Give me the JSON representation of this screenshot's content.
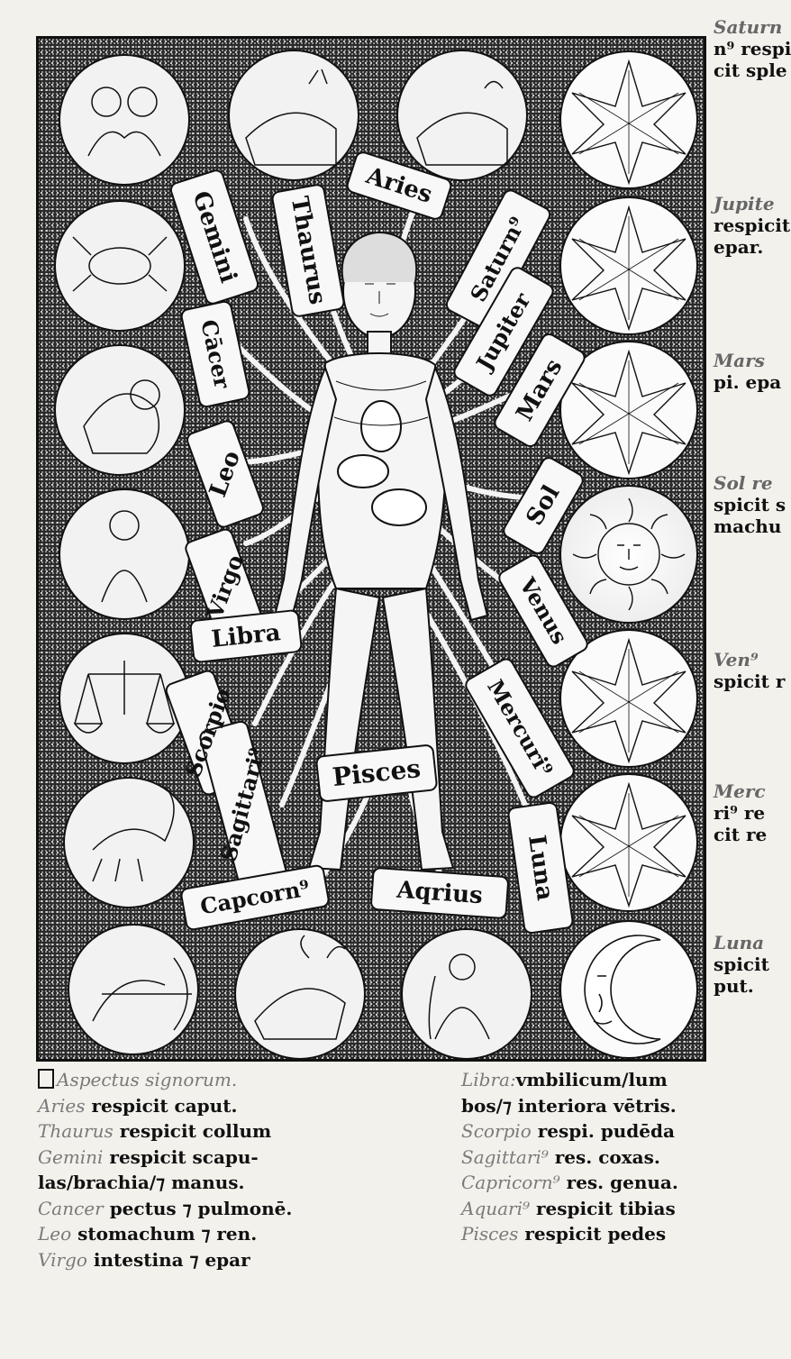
{
  "woodcut": {
    "zodiac_left": [
      "Gemini",
      "Cancer",
      "Leo",
      "Virgo",
      "Libra",
      "Scorpio",
      "Sagittarius",
      "Capricorn"
    ],
    "zodiac_top": [
      "Taurus",
      "Aries"
    ],
    "zodiac_bottom": [
      "Aquarius"
    ],
    "planets_right": [
      "Saturn",
      "Jupiter",
      "Mars",
      "Sol",
      "Venus",
      "Mercurius",
      "Luna"
    ],
    "banners": {
      "gemini": "Gemini",
      "taurus": "Thaurus",
      "aries": "Aries",
      "saturn": "Saturn⁹",
      "cancer": "Cācer",
      "jupiter": "Jupiter",
      "mars": "Mars",
      "leo": "Leo",
      "sol": "Sol",
      "virgo": "Virgo",
      "venus": "Venus",
      "libra": "Libra",
      "scorpio": "Scorpio",
      "mercurius": "Mercuri⁹",
      "sagittarius": "Sagittari⁹",
      "pisces": "Pisces",
      "luna": "Luna",
      "capricorn": "Capcorn⁹",
      "aquarius": "Aqrius"
    }
  },
  "margin_notes": [
    {
      "name": "Saturn",
      "lines": [
        "n⁹ respi",
        "cit sple"
      ]
    },
    {
      "name": "Jupite",
      "lines": [
        "respicit",
        "epar."
      ]
    },
    {
      "name": "Mars",
      "lines": [
        "pi. epa"
      ]
    },
    {
      "name": "Sol re",
      "lines": [
        "spicit s",
        "machu"
      ]
    },
    {
      "name": "Ven⁹",
      "lines": [
        "spicit r"
      ]
    },
    {
      "name": "Merc",
      "lines": [
        "ri⁹ re",
        "cit re"
      ]
    },
    {
      "name": "Luna",
      "lines": [
        "spicit",
        "put."
      ]
    }
  ],
  "text_left": [
    {
      "name": "Aspectus signorum.",
      "text": ""
    },
    {
      "name": "Aries",
      "text": "respicit caput."
    },
    {
      "name": "Thaurus",
      "text": "respicit collum"
    },
    {
      "name": "Gemini",
      "text": "respicit scapu-"
    },
    {
      "name": "",
      "text": "las/brachia/⁊ manus."
    },
    {
      "name": "Cancer",
      "text": "pectus ⁊ pulmonē."
    },
    {
      "name": "Leo",
      "text": "stomachum ⁊ ren."
    },
    {
      "name": "Virgo",
      "text": "intestina ⁊ epar"
    }
  ],
  "text_right": [
    {
      "name": "Libra:",
      "text": "vmbilicum/lum"
    },
    {
      "name": "",
      "text": "bos/⁊ interiora vētris."
    },
    {
      "name": "Scorpio",
      "text": "respi. pudēda"
    },
    {
      "name": "Sagittari⁹",
      "text": "res. coxas."
    },
    {
      "name": "Capricorn⁹",
      "text": "res. genua."
    },
    {
      "name": "Aquari⁹",
      "text": "respicit tibias"
    },
    {
      "name": "Pisces",
      "text": "respicit pedes"
    }
  ]
}
